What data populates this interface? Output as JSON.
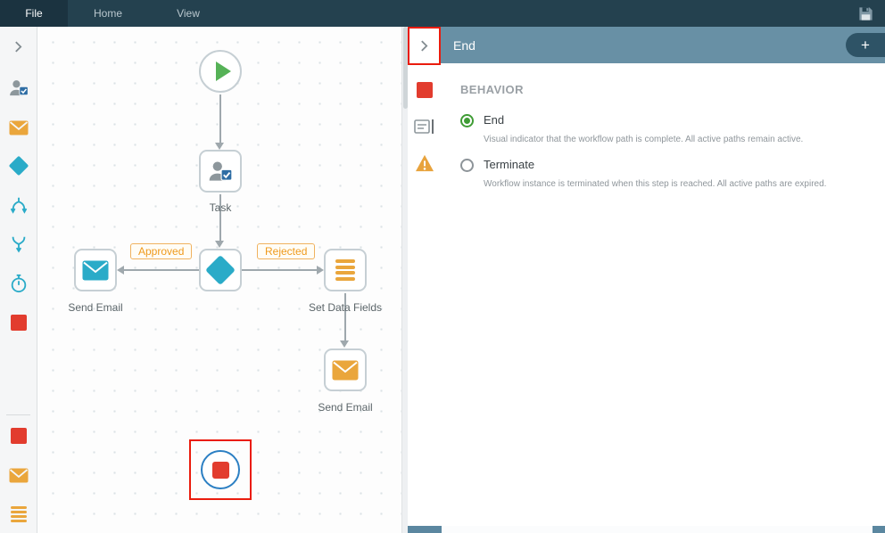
{
  "topbar": {
    "menus": [
      {
        "label": "File",
        "active": true
      },
      {
        "label": "Home",
        "active": false
      },
      {
        "label": "View",
        "active": false
      }
    ],
    "save_icon": "floppy-disk-icon"
  },
  "toolbox": {
    "items": [
      {
        "name": "expand-toolbox",
        "icon": "chevron-right-icon",
        "color": "#828c91"
      },
      {
        "name": "task-step",
        "icon": "user-task-icon",
        "color": "#8d979c"
      },
      {
        "name": "send-email-step",
        "icon": "envelope-icon",
        "color": "#eaa63c"
      },
      {
        "name": "decision-step",
        "icon": "diamond-icon",
        "color": "#2aabc8"
      },
      {
        "name": "split-paths-step",
        "icon": "split-paths-icon",
        "color": "#2aabc8"
      },
      {
        "name": "merge-paths-step",
        "icon": "merge-paths-icon",
        "color": "#2aabc8"
      },
      {
        "name": "timer-step",
        "icon": "timer-icon",
        "color": "#2aabc8"
      },
      {
        "name": "end-step",
        "icon": "end-square-icon",
        "color": "#e23c2e"
      },
      {
        "name": "recent-end-step",
        "icon": "end-square-icon",
        "color": "#e23c2e"
      },
      {
        "name": "recent-send-email-step",
        "icon": "envelope-icon",
        "color": "#eaa63c"
      },
      {
        "name": "recent-set-data-fields-step",
        "icon": "list-bars-icon",
        "color": "#eaa63c"
      }
    ]
  },
  "canvas": {
    "nodes": {
      "start": {
        "label": "",
        "icon": "play-icon"
      },
      "task": {
        "label": "Task",
        "icon": "user-task-icon"
      },
      "decision": {
        "label": "",
        "icon": "diamond-icon"
      },
      "send_email_left": {
        "label": "Send Email",
        "icon": "envelope-icon"
      },
      "set_data_fields": {
        "label": "Set Data Fields",
        "icon": "list-bars-icon"
      },
      "send_email_bottom": {
        "label": "Send Email",
        "icon": "envelope-icon"
      },
      "end": {
        "label": "",
        "icon": "end-square-icon"
      }
    },
    "edge_labels": {
      "approved": "Approved",
      "rejected": "Rejected"
    }
  },
  "right_panel": {
    "title": "End",
    "add_label": "+",
    "section_title": "BEHAVIOR",
    "options": [
      {
        "label": "End",
        "selected": true,
        "description": "Visual indicator that the workflow path is complete. All active paths remain active."
      },
      {
        "label": "Terminate",
        "selected": false,
        "description": "Workflow instance is terminated when this step is reached. All active paths are expired."
      }
    ]
  },
  "colors": {
    "topbar_bg": "#24414f",
    "panel_header_bg": "#6890a5",
    "accent_teal": "#2aabc8",
    "accent_orange": "#eaa63c",
    "accent_red": "#e23c2e",
    "start_green": "#56b257",
    "end_ring_blue": "#2b7fc3",
    "radio_selected_green": "#3f9c35",
    "annotation_red": "#ea1c0d"
  }
}
